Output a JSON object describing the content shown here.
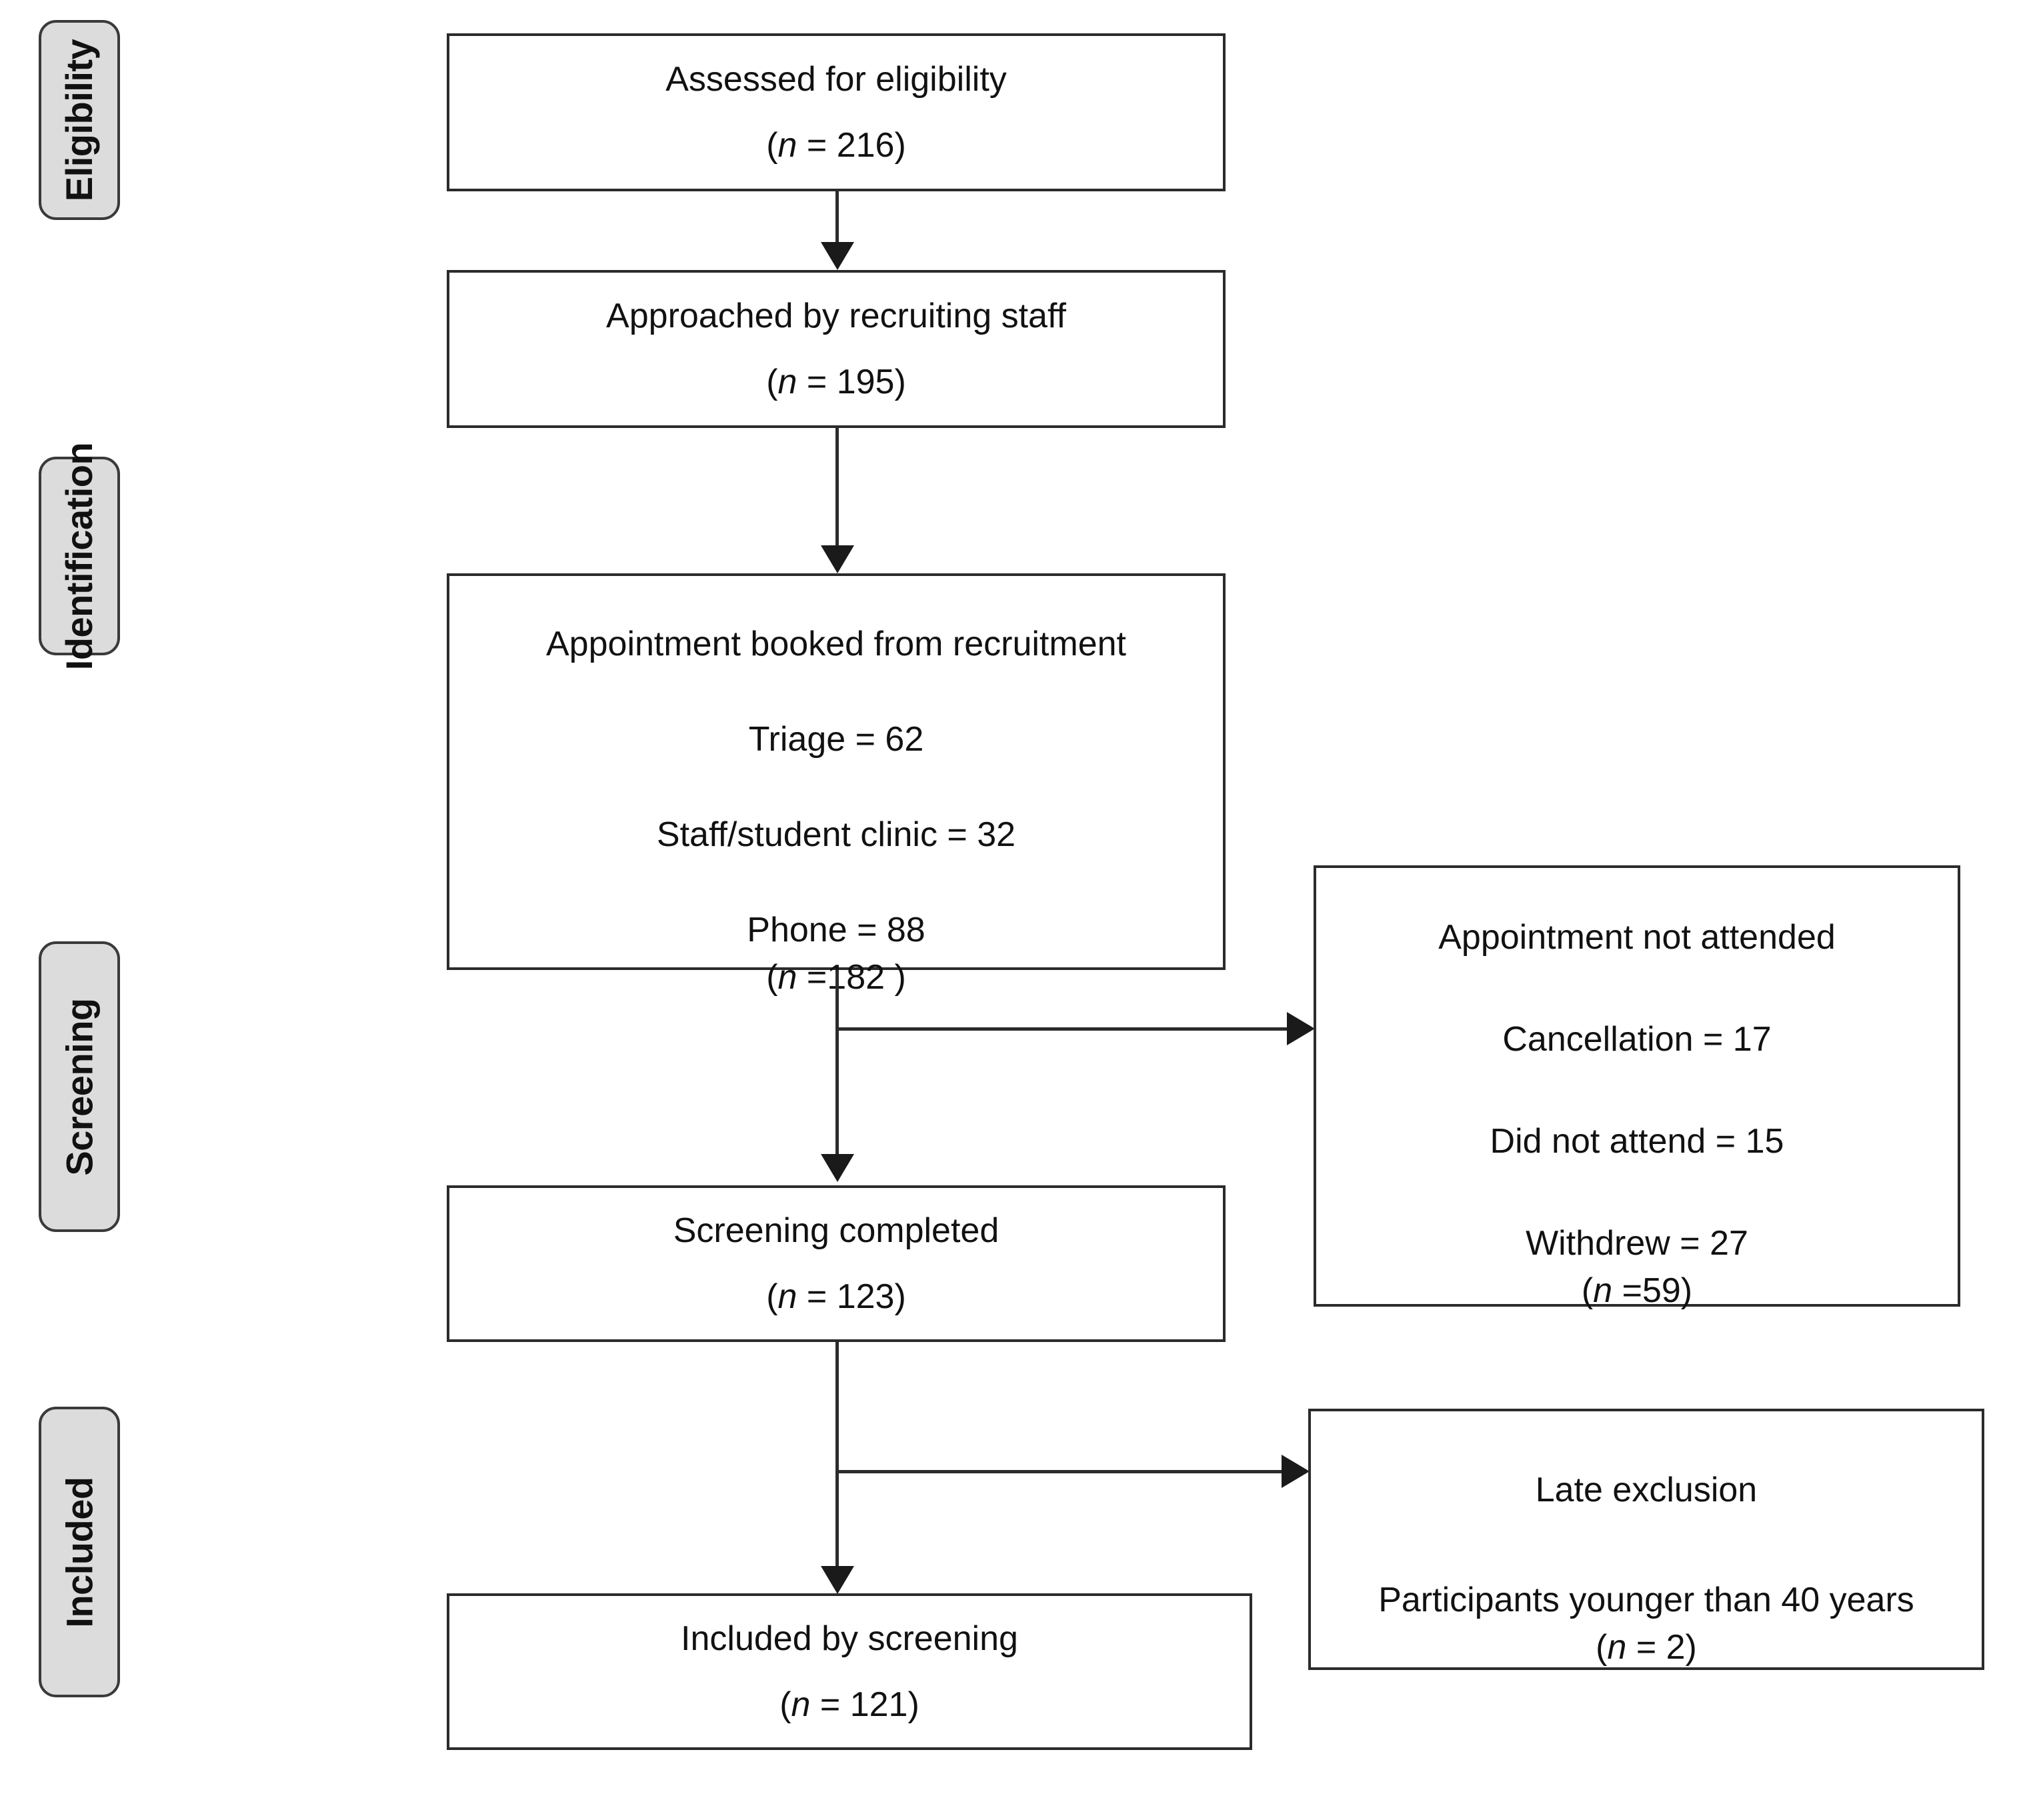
{
  "diagram": {
    "title": "Participant recruitment and screening flow diagram",
    "type": "flowchart",
    "accent_color": "#dcdcdc",
    "line_color": "#2b2b2b",
    "phases": [
      {
        "id": "eligibility",
        "label": "Eligibility"
      },
      {
        "id": "identification",
        "label": "Identification"
      },
      {
        "id": "screening",
        "label": "Screening"
      },
      {
        "id": "included",
        "label": "Included"
      }
    ],
    "nodes": {
      "assessed": {
        "title": "Assessed for eligibility",
        "count_line": "(n = 216)",
        "n": 216
      },
      "approached": {
        "title": "Approached by recruiting staff",
        "count_line": "(n = 195)",
        "n": 195
      },
      "booked": {
        "title": "Appointment booked from recruitment",
        "items": [
          "Triage = 62",
          "Staff/student clinic = 32",
          "Phone = 88"
        ],
        "count_line": "(n =182 )",
        "n": 182,
        "breakdown": {
          "Triage": 62,
          "Staff/student clinic": 32,
          "Phone": 88
        }
      },
      "not_attended": {
        "title": "Appointment not attended",
        "items": [
          "Cancellation = 17",
          "Did not attend = 15",
          "Withdrew = 27"
        ],
        "count_line": "(n =59)",
        "n": 59,
        "breakdown": {
          "Cancellation": 17,
          "Did not attend": 15,
          "Withdrew": 27
        }
      },
      "screening_completed": {
        "title": "Screening completed",
        "count_line": "(n = 123)",
        "n": 123
      },
      "late_exclusion": {
        "title": "Late exclusion",
        "reason": "Participants younger than 40 years",
        "count_line": "(n = 2)",
        "n": 2
      },
      "included": {
        "title": "Included by screening",
        "count_line": "(n = 121)",
        "n": 121
      }
    }
  }
}
